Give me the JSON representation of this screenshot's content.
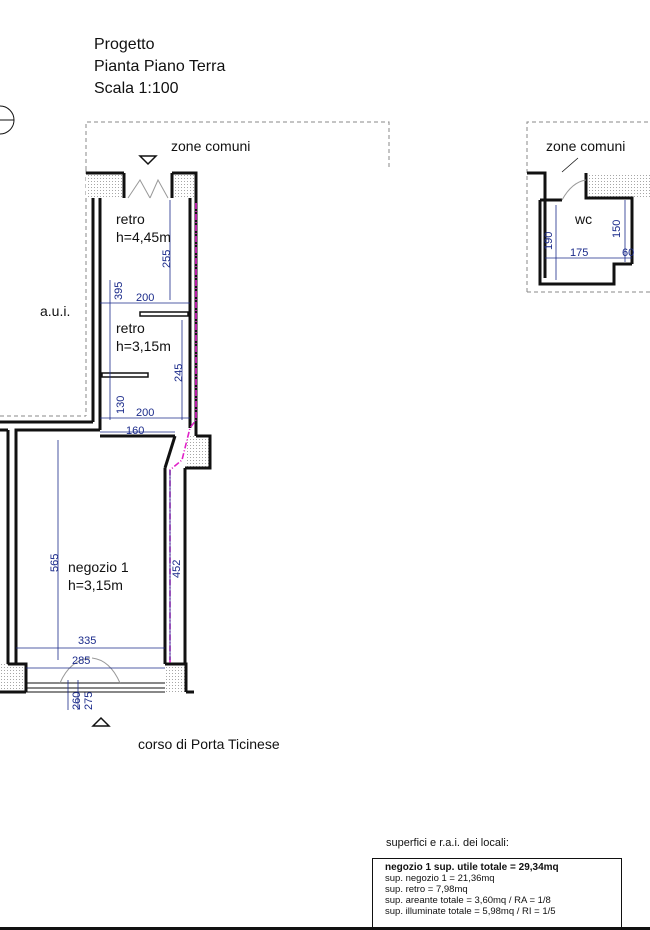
{
  "header": {
    "line1": "Progetto",
    "line2": "Pianta Piano Terra",
    "line3": "Scala 1:100"
  },
  "labels": {
    "zone_comuni_left": "zone comuni",
    "zone_comuni_right": "zone comuni",
    "aui": "a.u.i.",
    "retro1_name": "retro",
    "retro1_height": "h=4,45m",
    "retro2_name": "retro",
    "retro2_height": "h=3,15m",
    "negozio_name": "negozio 1",
    "negozio_height": "h=3,15m",
    "wc": "wc",
    "street": "corso di Porta Ticinese"
  },
  "dimensions": {
    "d255": "255",
    "d395": "395",
    "d200a": "200",
    "d245": "245",
    "d130": "130",
    "d200b": "200",
    "d160": "160",
    "d565": "565",
    "d452": "452",
    "d335": "335",
    "d285": "285",
    "d260": "260",
    "d275": "275",
    "d190": "190",
    "d175": "175",
    "d150": "150",
    "d60": "60"
  },
  "legend": {
    "title": "superfici e r.a.i. dei locali:",
    "head": "negozio 1  sup. utile totale  =  29,34mq",
    "line1": "sup. negozio 1  = 21,36mq",
    "line2": "sup. retro  = 7,98mq",
    "line3": "sup. areante  totale  =  3,60mq  /  RA  =  1/8",
    "line4": "sup. illuminate totale  =  5,98mq  /  RI  =  1/5"
  },
  "colors": {
    "wall": "#111111",
    "dimension": "#1a2a8a",
    "pipe": "#e020c8"
  }
}
